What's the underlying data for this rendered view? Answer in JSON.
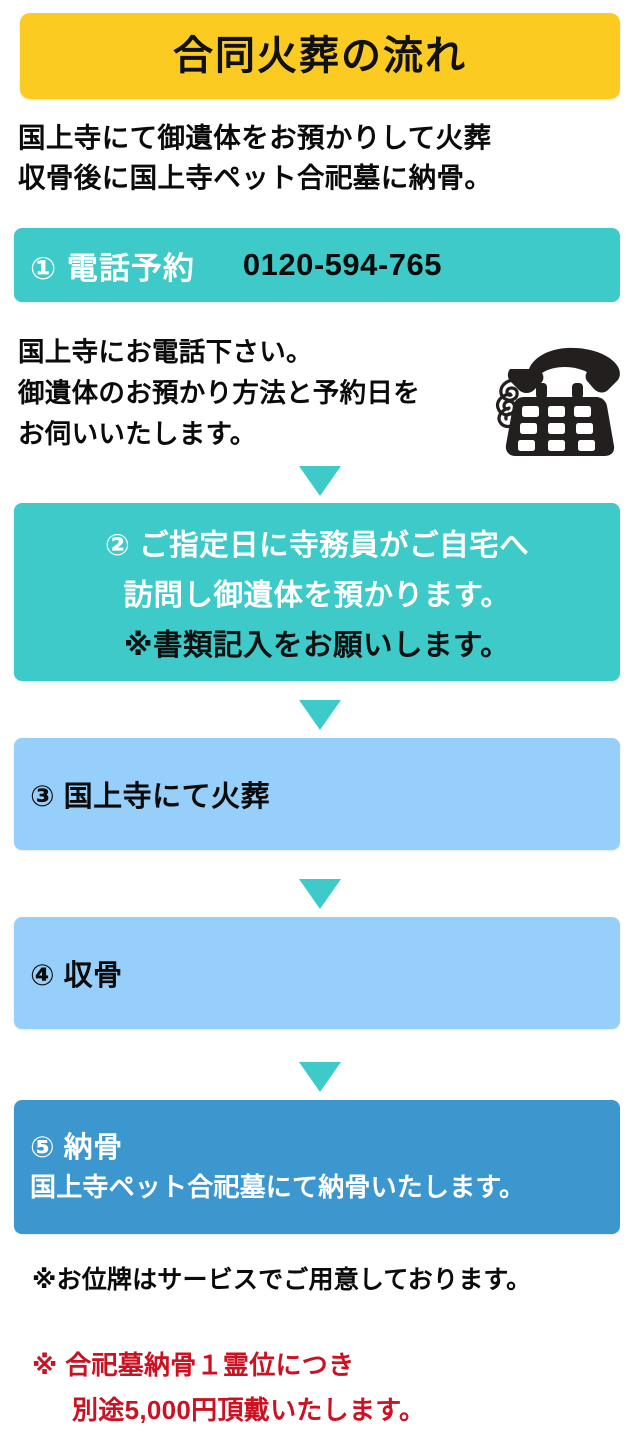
{
  "header": {
    "title": "合同火葬の流れ",
    "background_color": "#fbcb21"
  },
  "intro": {
    "line1": "国上寺にて御遺体をお預かりして火葬",
    "line2": "収骨後に国上寺ペット合祀墓に納骨。"
  },
  "steps": [
    {
      "number": "①",
      "label": "① 電話予約",
      "phone": "0120-594-765",
      "color": "#3ecac8",
      "description": [
        "国上寺にお電話下さい。",
        "御遺体のお預かり方法と予約日を",
        "お伺いいたします。"
      ],
      "icon": "telephone-icon"
    },
    {
      "number": "②",
      "color": "#3ecac8",
      "lines": [
        "② ご指定日に寺務員がご自宅へ",
        "訪問し御遺体を預かります。",
        "※書類記入をお願いします。"
      ]
    },
    {
      "number": "③",
      "label": "③ 国上寺にて火葬",
      "color": "#97cffb"
    },
    {
      "number": "④",
      "label": "④ 収骨",
      "color": "#97cffb"
    },
    {
      "number": "⑤",
      "label": "⑤ 納骨",
      "sublabel": "国上寺ペット合祀墓にて納骨いたします。",
      "color": "#3b97cd"
    }
  ],
  "notes": {
    "black": "※お位牌はサービスでご用意しております。",
    "red_line1": "※ 合祀墓納骨１霊位につき",
    "red_line2": "別途5,000円頂戴いたします。",
    "red_color": "#cc1122"
  },
  "arrow_color": "#3ecac8"
}
